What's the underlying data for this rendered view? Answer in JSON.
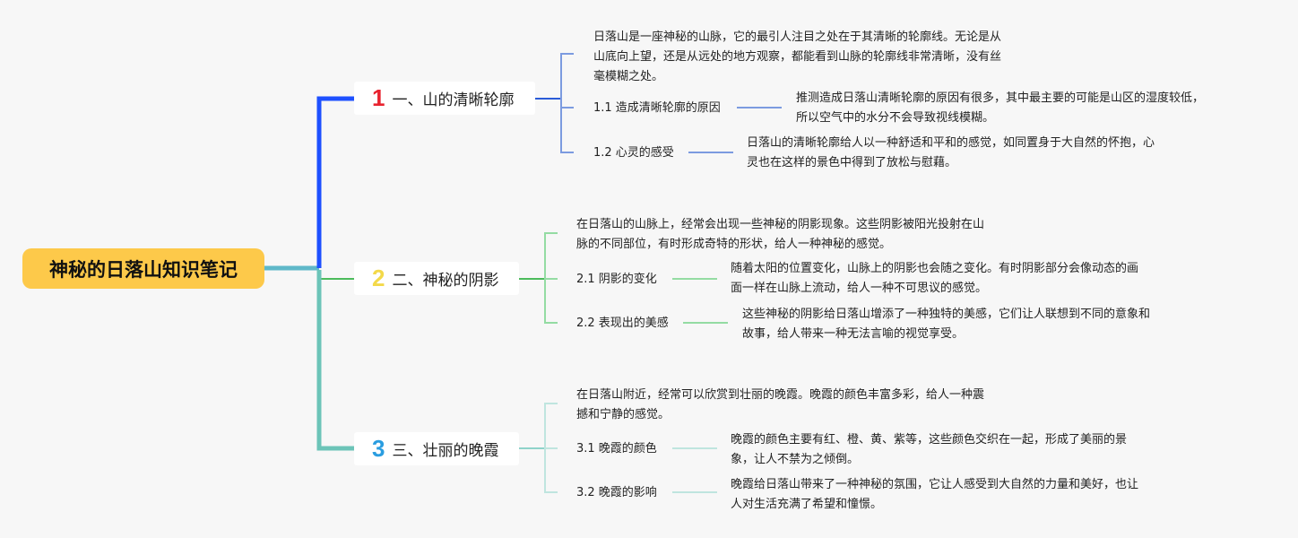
{
  "root": {
    "title": "神秘的日落山知识笔记"
  },
  "colors": {
    "root_bg": "#fdc94a",
    "branch1": "#1e50ff",
    "branch2": "#4cbb5c",
    "branch3": "#6cc4b8",
    "num1": "#e8232f",
    "num2": "#f3d94a",
    "num3": "#2a9de0"
  },
  "branches": [
    {
      "number": "1",
      "title": "一、山的清晰轮廓",
      "desc": [
        "日落山是一座神秘的山脉，它的最引人注目之处在于其清晰的轮廓线。无论是从",
        "山底向上望，还是从远处的地方观察，都能看到山脉的轮廓线非常清晰，没有丝",
        "毫模糊之处。"
      ],
      "subs": [
        {
          "label": "1.1 造成清晰轮廓的原因",
          "text": [
            "推测造成日落山清晰轮廓的原因有很多，其中最主要的可能是山区的湿度较低，",
            "所以空气中的水分不会导致视线模糊。"
          ]
        },
        {
          "label": "1.2 心灵的感受",
          "text": [
            "日落山的清晰轮廓给人以一种舒适和平和的感觉，如同置身于大自然的怀抱，心",
            "灵也在这样的景色中得到了放松与慰藉。"
          ]
        }
      ]
    },
    {
      "number": "2",
      "title": "二、神秘的阴影",
      "desc": [
        "在日落山的山脉上，经常会出现一些神秘的阴影现象。这些阴影被阳光投射在山",
        "脉的不同部位，有时形成奇特的形状，给人一种神秘的感觉。"
      ],
      "subs": [
        {
          "label": "2.1 阴影的变化",
          "text": [
            "随着太阳的位置变化，山脉上的阴影也会随之变化。有时阴影部分会像动态的画",
            "面一样在山脉上流动，给人一种不可思议的感觉。"
          ]
        },
        {
          "label": "2.2 表现出的美感",
          "text": [
            "这些神秘的阴影给日落山增添了一种独特的美感，它们让人联想到不同的意象和",
            "故事，给人带来一种无法言喻的视觉享受。"
          ]
        }
      ]
    },
    {
      "number": "3",
      "title": "三、壮丽的晚霞",
      "desc": [
        "在日落山附近，经常可以欣赏到壮丽的晚霞。晚霞的颜色丰富多彩，给人一种震",
        "撼和宁静的感觉。"
      ],
      "subs": [
        {
          "label": "3.1 晚霞的颜色",
          "text": [
            "晚霞的颜色主要有红、橙、黄、紫等，这些颜色交织在一起，形成了美丽的景",
            "象，让人不禁为之倾倒。"
          ]
        },
        {
          "label": "3.2 晚霞的影响",
          "text": [
            "晚霞给日落山带来了一种神秘的氛围，它让人感受到大自然的力量和美好，也让",
            "人对生活充满了希望和憧憬。"
          ]
        }
      ]
    }
  ]
}
